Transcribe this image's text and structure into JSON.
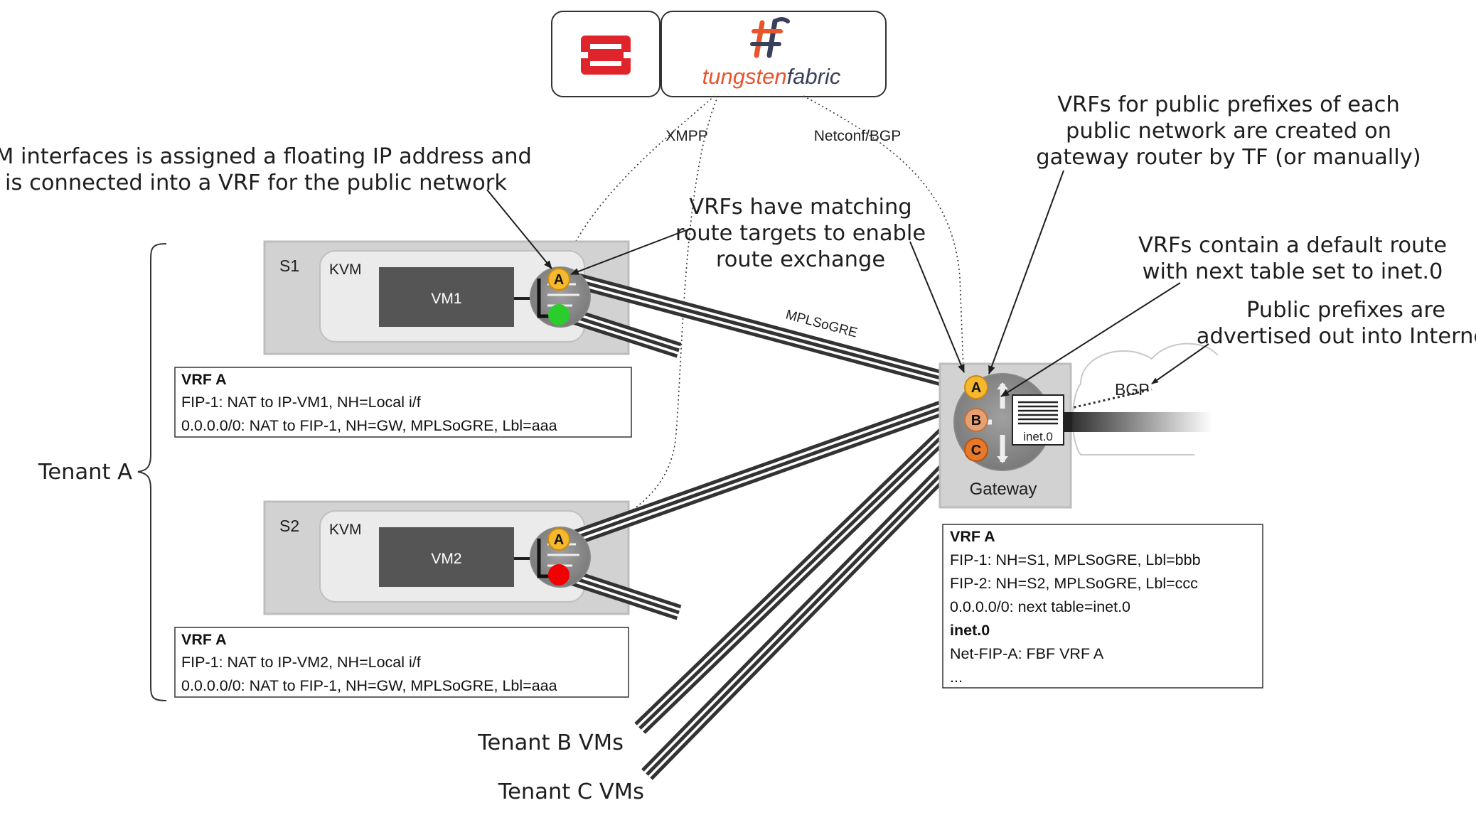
{
  "logos": {
    "openstack_icon": "openstack-logo",
    "tf_brand_part1": "tungsten",
    "tf_brand_part2": "fabric",
    "tf_colors": {
      "tungsten": "#e8542b",
      "fabric": "#3a3f5c"
    }
  },
  "protocols": {
    "xmpp": "XMPP",
    "netconf_bgp": "Netconf/BGP",
    "mplsogre": "MPLSoGRE",
    "bgp": "BGP"
  },
  "annotations": {
    "vm_interfaces": [
      "VM interfaces is assigned a floating IP address and",
      "is connected into a VRF for the public network"
    ],
    "vrfs_public": [
      "VRFs for public prefixes of each",
      "public network are created on",
      "gateway router by TF (or manually)"
    ],
    "vrfs_matching": [
      "VRFs have matching",
      "route targets to enable",
      "route exchange"
    ],
    "vrfs_default": [
      "VRFs contain a default route",
      "with next table set to inet.0"
    ],
    "public_prefixes": [
      "Public prefixes are",
      "advertised out into Internet"
    ]
  },
  "servers": [
    {
      "name": "S1",
      "hypervisor": "KVM",
      "vm": "VM1",
      "vrf_letter": "A",
      "status_color": "#2dcc2d"
    },
    {
      "name": "S2",
      "hypervisor": "KVM",
      "vm": "VM2",
      "vrf_letter": "A",
      "status_color": "#f00000"
    }
  ],
  "vrf_tables": {
    "s1": {
      "title": "VRF A",
      "lines": [
        "FIP-1: NAT to IP-VM1, NH=Local i/f",
        "0.0.0.0/0: NAT to FIP-1, NH=GW, MPLSoGRE, Lbl=aaa"
      ]
    },
    "s2": {
      "title": "VRF A",
      "lines": [
        "FIP-1: NAT to IP-VM2, NH=Local i/f",
        "0.0.0.0/0: NAT to FIP-1, NH=GW, MPLSoGRE, Lbl=aaa"
      ]
    },
    "gateway": {
      "title": "VRF A",
      "lines": [
        "FIP-1: NH=S1, MPLSoGRE, Lbl=bbb",
        "FIP-2: NH=S2, MPLSoGRE, Lbl=ccc",
        "0.0.0.0/0: next table=inet.0"
      ],
      "title2": "inet.0",
      "lines2": [
        "Net-FIP-A: FBF VRF A",
        "..."
      ]
    }
  },
  "gateway": {
    "label": "Gateway",
    "table": "inet.0",
    "vrfs": [
      {
        "letter": "A",
        "color": "#f5b82e"
      },
      {
        "letter": "B",
        "color": "#e8a070"
      },
      {
        "letter": "C",
        "color": "#e8792b"
      }
    ]
  },
  "tenants": {
    "a": "Tenant A",
    "b": "Tenant B VMs",
    "c": "Tenant C VMs"
  }
}
